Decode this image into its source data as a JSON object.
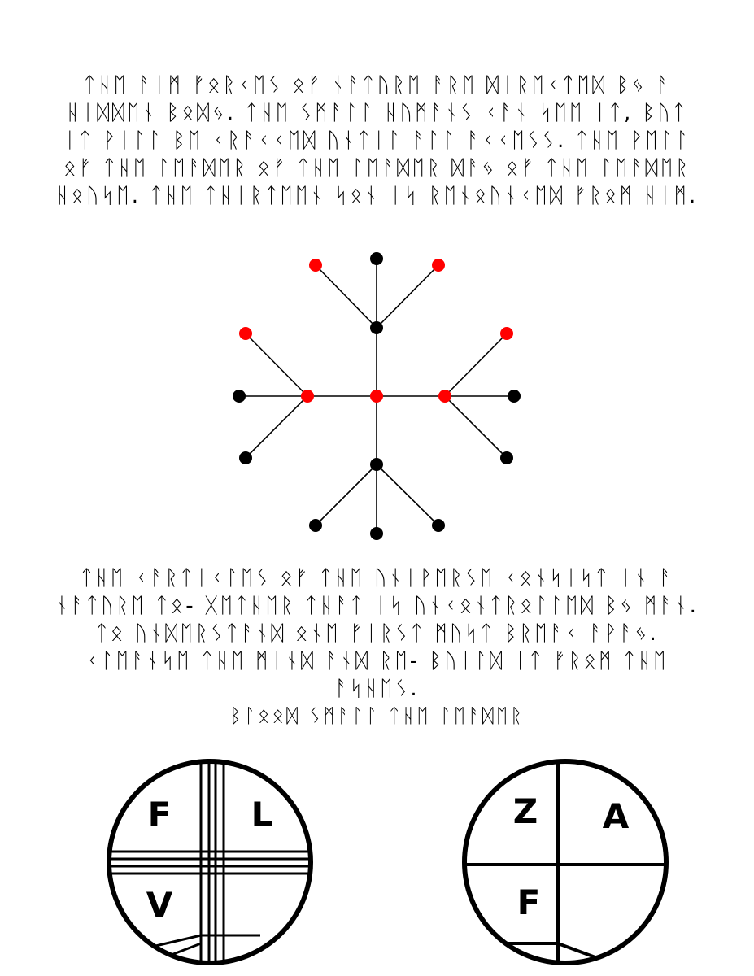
{
  "paragraph_1": "ᛏᚺᛖ ᚨᛁᛗ ᚠᛟᚱᚲᛖᛊ ᛟᚠ ᚾᚨᛏᚢᚱᛖ ᚨᚱᛖ ᛞᛁᚱᛖᚲᛏᛖᛞ ᛒᛃ ᚨ ᚺᛁᛞᛞᛖᚾ ᛒᛟᛞᛃ. ᛏᚺᛖ ᛊᛗᚨᛚᛚ ᚺᚢᛗᚨᚾᛊ ᚲᚨᚾ ᛋᛖᛖ ᛁᛏ, ᛒᚢᛏ ᛁᛏ ᚹᛁᛚᛚ ᛒᛖ ᚲᚱᚨᚲᚲᛖᛞ ᚢᚾᛏᛁᛚ ᚨᛚᛚ ᚨᚲᚲᛖᛊᛊ. ᛏᚺᛖ ᚹᛖᛚᛚ ᛟᚠ ᛏᚺᛖ ᛚᛖᚨᛞᛖᚱ ᛟᚠ ᛏᚺᛖ ᛚᛖᚨᛞᛖᚱ ᛞᚨᛃ ᛟᚠ ᛏᚺᛖ ᛚᛖᚨᛞᛖᚱ ᚺᛟᚢᛋᛖ. ᛏᚺᛖ ᛏᚺᛁᚱᛏᛖᛖᚾ ᛋᛟᚾ ᛁᛋ ᚱᛖᚾᛟᚢᚾᚲᛖᛞ ᚠᚱᛟᛗ ᚺᛁᛗ.",
  "paragraph_2": "ᛏᚺᛖ ᚲᚨᚱᛏᛁᚲᛚᛖᛊ ᛟᚠ ᛏᚺᛖ ᚢᚾᛁᚹᛖᚱᛊᛖ ᚲᛟᚾᛋᛁᛋᛏ ᛁᚾ ᚨ ᚾᚨᛏᚢᚱᛖ ᛏᛟ- ᚷᛖᛏᚺᛖᚱ ᛏᚺᚨᛏ ᛁᛋ ᚢᚾᚲᛟᚾᛏᚱᛟᛚᛚᛖᛞ ᛒᛃ ᛗᚨᚾ. ᛏᛟ ᚢᚾᛞᛖᚱᛊᛏᚨᚾᛞ ᛟᚾᛖ ᚠᛁᚱᛊᛏ ᛗᚢᛋᛏ ᛒᚱᛖᚨᚲ ᚨᚹᚨᛃ. ᚲᛚᛖᚨᚾᛋᛖ ᛏᚺᛖ ᛗᛁᚾᛞ ᚨᚾᛞ ᚱᛖ- ᛒᚢᛁᛚᛞ ᛁᛏ ᚠᚱᛟᛗ ᛏᚺᛖ ᚨᛋᚺᛖᛊ.",
  "heading": "ᛒᛚᛟᛟᛞ ᛊᛗᚨᛚᛚ ᛏᚺᛖ ᛚᛖᚨᛞᛖᚱ",
  "left_sigil": {
    "letters": [
      "F",
      "L",
      "V"
    ]
  },
  "right_sigil": {
    "letters": [
      "Z",
      "A",
      "F"
    ]
  },
  "colors": {
    "ink": "#000000",
    "accent": "#ff0000",
    "background": "#ffffff"
  }
}
